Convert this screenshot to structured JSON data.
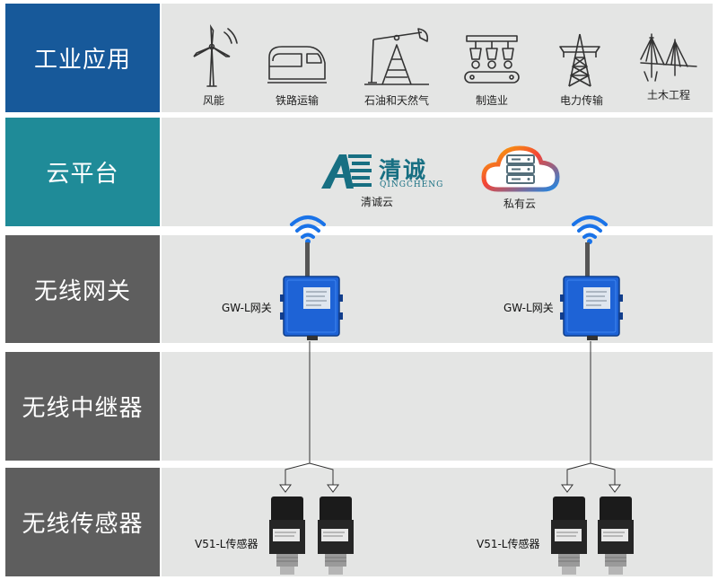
{
  "layers": [
    {
      "label": "工业应用",
      "color": "#17599a"
    },
    {
      "label": "云平台",
      "color": "#1f8b98"
    },
    {
      "label": "无线网关",
      "color": "#5e5e5e"
    },
    {
      "label": "无线中继器",
      "color": "#5e5e5e"
    },
    {
      "label": "无线传感器",
      "color": "#5e5e5e"
    }
  ],
  "industry_apps": [
    {
      "label": "风能",
      "icon": "wind-turbine-icon"
    },
    {
      "label": "铁路运输",
      "icon": "train-icon"
    },
    {
      "label": "石油和天然气",
      "icon": "oil-pump-icon"
    },
    {
      "label": "制造业",
      "icon": "manufacturing-icon"
    },
    {
      "label": "电力传输",
      "icon": "power-tower-icon"
    },
    {
      "label": "土木工程",
      "icon": "civil-engineering-icon"
    }
  ],
  "cloud": {
    "qingcheng_logo_letters": "AE",
    "qingcheng_logo_cn": "清诚",
    "qingcheng_logo_en": "QINGCHENG",
    "qingcheng_label": "清诚云",
    "private_label": "私有云"
  },
  "gateway_label": "GW-L网关",
  "sensor_label": "V51-L传感器",
  "colors": {
    "gateway_blue": "#1e63d6",
    "wifi_blue": "#1a73e8",
    "logo_teal": "#176f82",
    "panel_bg": "#e4e5e4"
  }
}
